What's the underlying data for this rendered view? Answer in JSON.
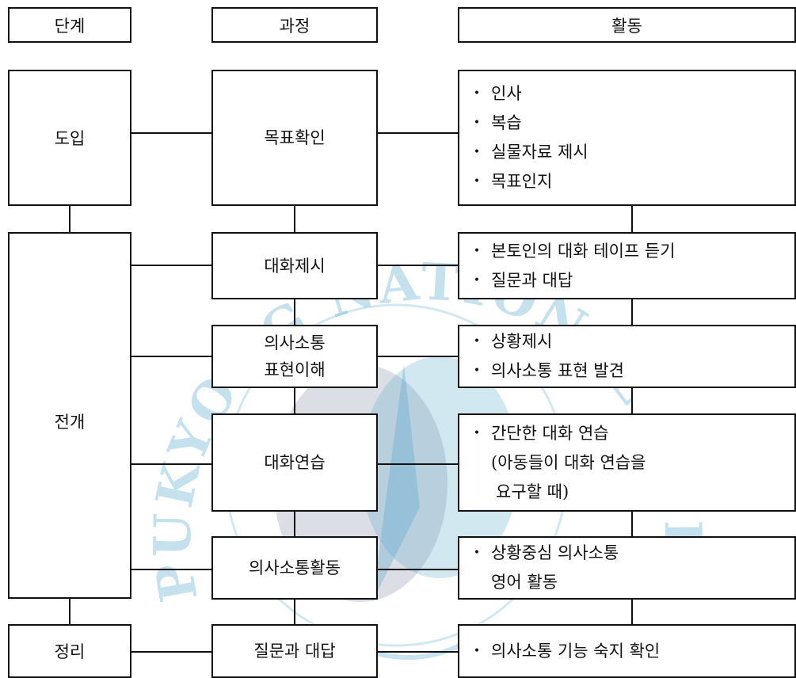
{
  "headers": {
    "stage": "단계",
    "process": "과정",
    "activity": "활동"
  },
  "stages": {
    "intro": "도입",
    "development": "전개",
    "wrapup": "정리"
  },
  "processes": {
    "goal": [
      "목표확인"
    ],
    "dialogue_present": [
      "대화제시"
    ],
    "expression": [
      "의사소통",
      "표현이해"
    ],
    "practice": [
      "대화연습"
    ],
    "comm_activity": [
      "의사소통활동"
    ],
    "qa": [
      "질문과 대답"
    ]
  },
  "activities": {
    "goal": [
      {
        "bullet": true,
        "text": "인사"
      },
      {
        "bullet": true,
        "text": "복습"
      },
      {
        "bullet": true,
        "text": "실물자료 제시"
      },
      {
        "bullet": true,
        "text": "목표인지"
      }
    ],
    "dialogue_present": [
      {
        "bullet": true,
        "text": "본토인의 대화 테이프 듣기"
      },
      {
        "bullet": true,
        "text": "질문과 대답"
      }
    ],
    "expression": [
      {
        "bullet": true,
        "text": "상황제시"
      },
      {
        "bullet": true,
        "text": "의사소통 표현 발견"
      }
    ],
    "practice": [
      {
        "bullet": true,
        "text": "간단한 대화 연습"
      },
      {
        "bullet": false,
        "text": "(아동들이 대화 연습을"
      },
      {
        "bullet": false,
        "text": " 요구할 때)"
      }
    ],
    "comm_activity": [
      {
        "bullet": true,
        "text": "상황중심 의사소통"
      },
      {
        "bullet": false,
        "text": "영어 활동"
      }
    ],
    "qa": [
      {
        "bullet": true,
        "text": "의사소통 기능 숙지 확인"
      }
    ]
  },
  "bullet_glyph": "•",
  "watermark": {
    "text": "PUKYONG NATIONAL UNIVERSITY",
    "color": "#4aa3c9",
    "emblem_gray": "#9aa0b8"
  }
}
